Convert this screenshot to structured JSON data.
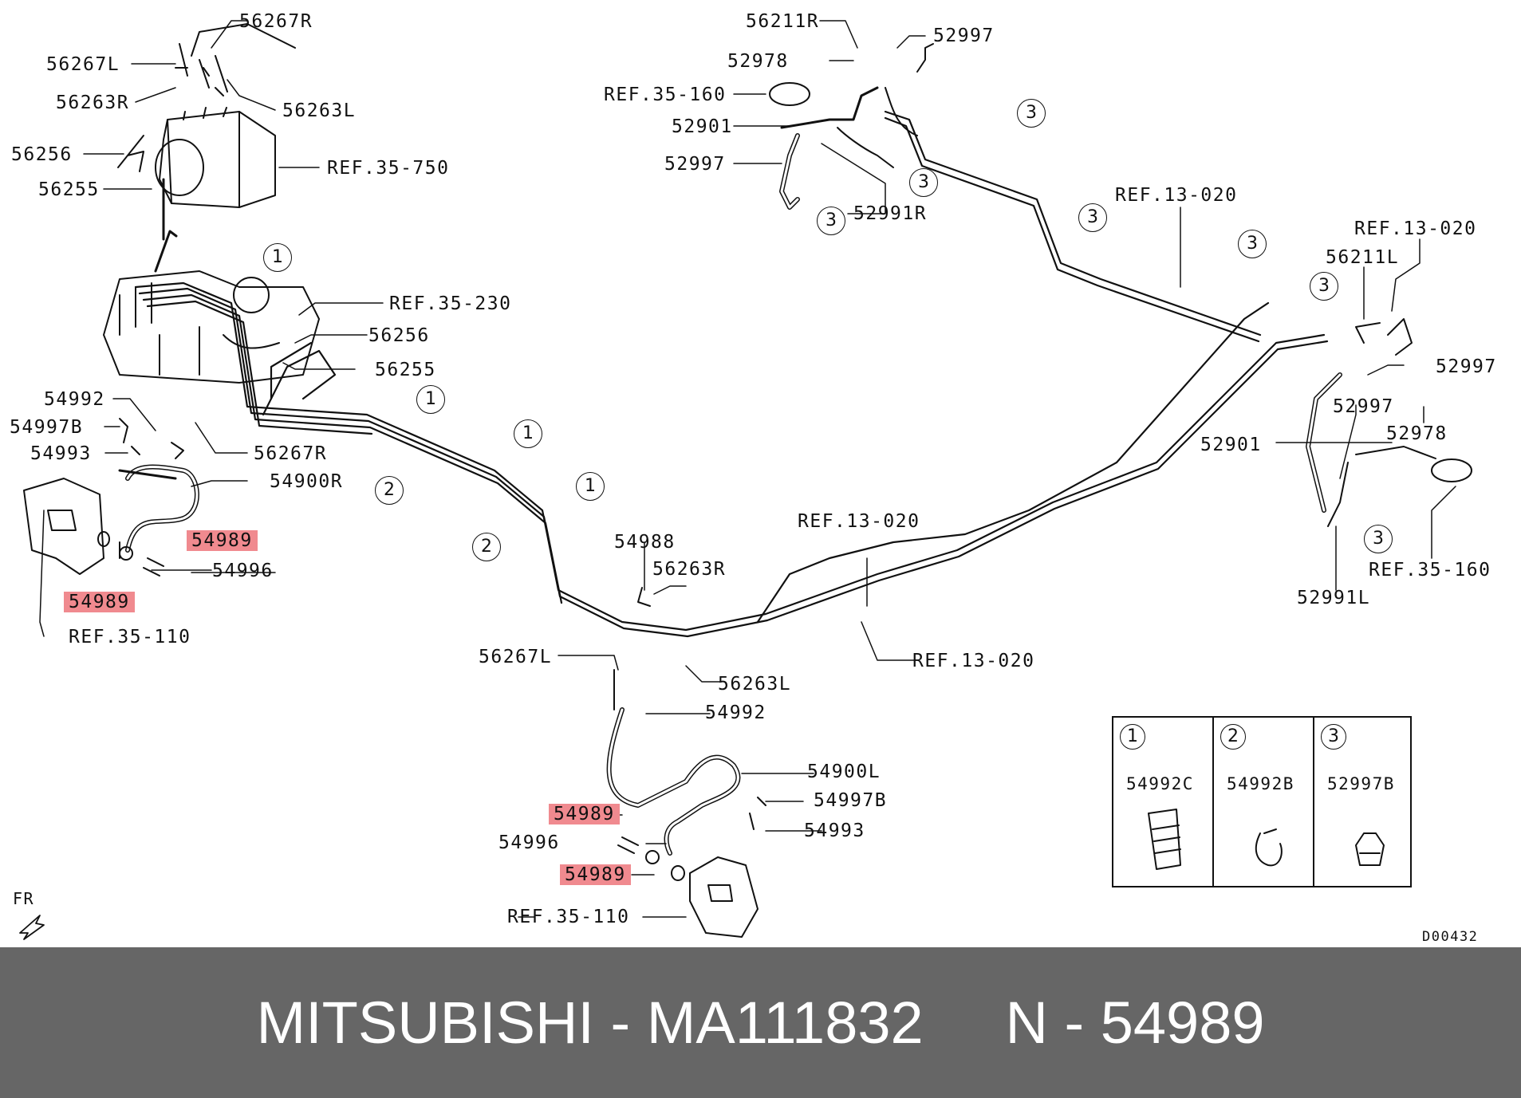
{
  "colors": {
    "highlight": "#f08a8f",
    "footer_bg": "#666666",
    "footer_text": "#ffffff",
    "line": "#111111"
  },
  "labels": {
    "l_56267R_top": "56267R",
    "l_56267L_top": "56267L",
    "l_56263R_top": "56263R",
    "l_56263L_top": "56263L",
    "l_56256_top": "56256",
    "l_56255_top": "56255",
    "l_ref35_750": "REF.35-750",
    "l_ref35_230": "REF.35-230",
    "l_56256_mid": "56256",
    "l_56255_mid": "56255",
    "l_54992_left": "54992",
    "l_54997B_left": "54997B",
    "l_54993_left": "54993",
    "l_56267R_mid": "56267R",
    "l_54900R": "54900R",
    "l_54989_a": "54989",
    "l_54996_left": "54996",
    "l_54989_b": "54989",
    "l_ref35_110_left": "REF.35-110",
    "l_56211R": "56211R",
    "l_52997_top": "52997",
    "l_52978_top": "52978",
    "l_ref35_160_top": "REF.35-160",
    "l_52901_top": "52901",
    "l_52997_mid": "52997",
    "l_52991R": "52991R",
    "l_ref13_020_a": "REF.13-020",
    "l_ref13_020_b": "REF.13-020",
    "l_56211L": "56211L",
    "l_52997_right": "52997",
    "l_52997_right2": "52997",
    "l_52978_right": "52978",
    "l_52901_right": "52901",
    "l_ref35_160_right": "REF.35-160",
    "l_52991L": "52991L",
    "l_54988": "54988",
    "l_56263R_mid": "56263R",
    "l_ref13_020_c": "REF.13-020",
    "l_56267L_mid": "56267L",
    "l_56263L_mid": "56263L",
    "l_ref13_020_d": "REF.13-020",
    "l_54992_bot": "54992",
    "l_54900L": "54900L",
    "l_54989_c": "54989",
    "l_54997B_bot": "54997B",
    "l_54996_bot": "54996",
    "l_54993_bot": "54993",
    "l_54989_d": "54989",
    "l_ref35_110_bot": "REF.35-110",
    "l_fr": "FR"
  },
  "callouts": {
    "one": "1",
    "two": "2",
    "three": "3"
  },
  "legend": [
    {
      "num": "1",
      "part": "54992C"
    },
    {
      "num": "2",
      "part": "54992B"
    },
    {
      "num": "3",
      "part": "52997B"
    }
  ],
  "drawing_code": "D00432",
  "footer": {
    "brand": "MITSUBISHI",
    "sep1": "-",
    "part_number": "MA111832",
    "n_label": "N",
    "sep2": "-",
    "ref_number": "54989"
  }
}
